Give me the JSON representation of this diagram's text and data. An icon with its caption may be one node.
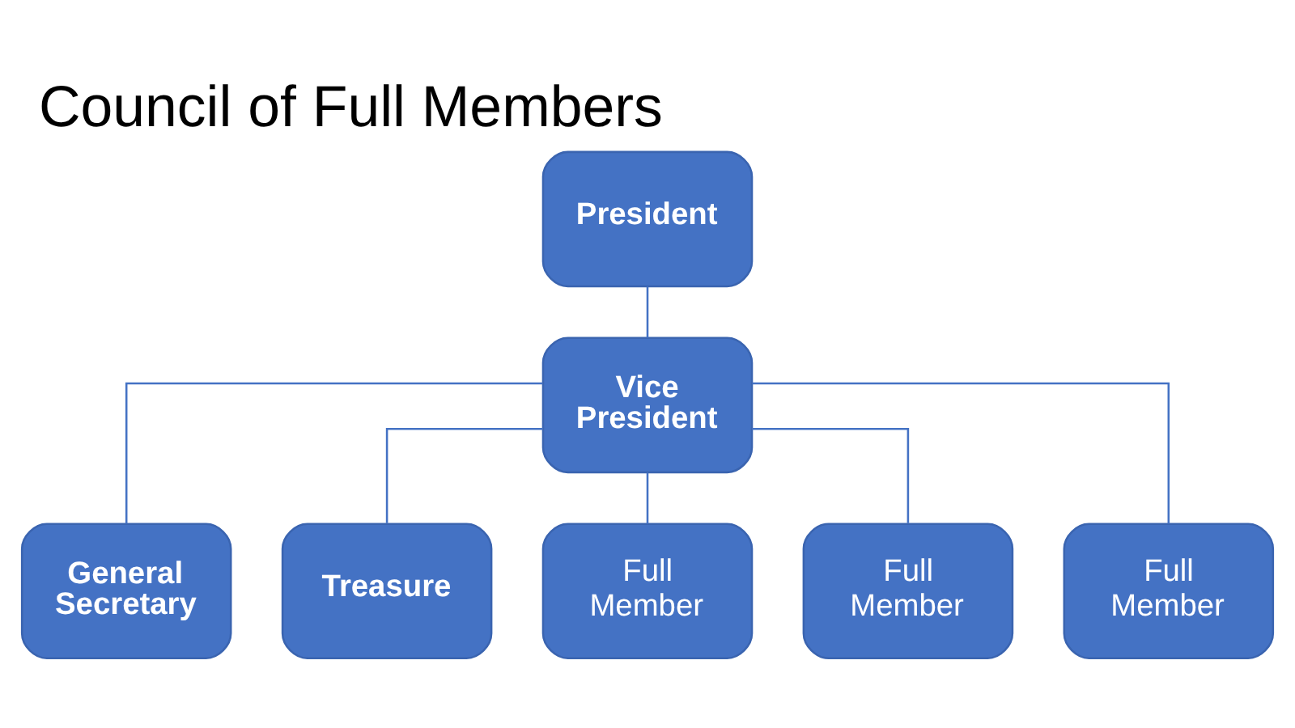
{
  "diagram": {
    "title": "Council of Full Members",
    "nodes": [
      {
        "text": [
          "President"
        ]
      },
      {
        "text": [
          "Vice President"
        ]
      },
      {
        "text": [
          "General Secretary"
        ]
      },
      {
        "text": [
          "Treasure"
        ]
      },
      {
        "text": [
          "Full Member"
        ]
      },
      {
        "text": [
          "Full Member"
        ]
      },
      {
        "text": [
          "Full Member"
        ]
      }
    ],
    "edges": [
      {
        "from": 0,
        "to": 1,
        "arrow": "none"
      },
      {
        "from": 1,
        "to": 2,
        "arrow": "none"
      },
      {
        "from": 1,
        "to": 3,
        "arrow": "none"
      },
      {
        "from": 1,
        "to": 4,
        "arrow": "none"
      },
      {
        "from": 1,
        "to": 5,
        "arrow": "none"
      },
      {
        "from": 1,
        "to": 6,
        "arrow": "none"
      }
    ]
  }
}
